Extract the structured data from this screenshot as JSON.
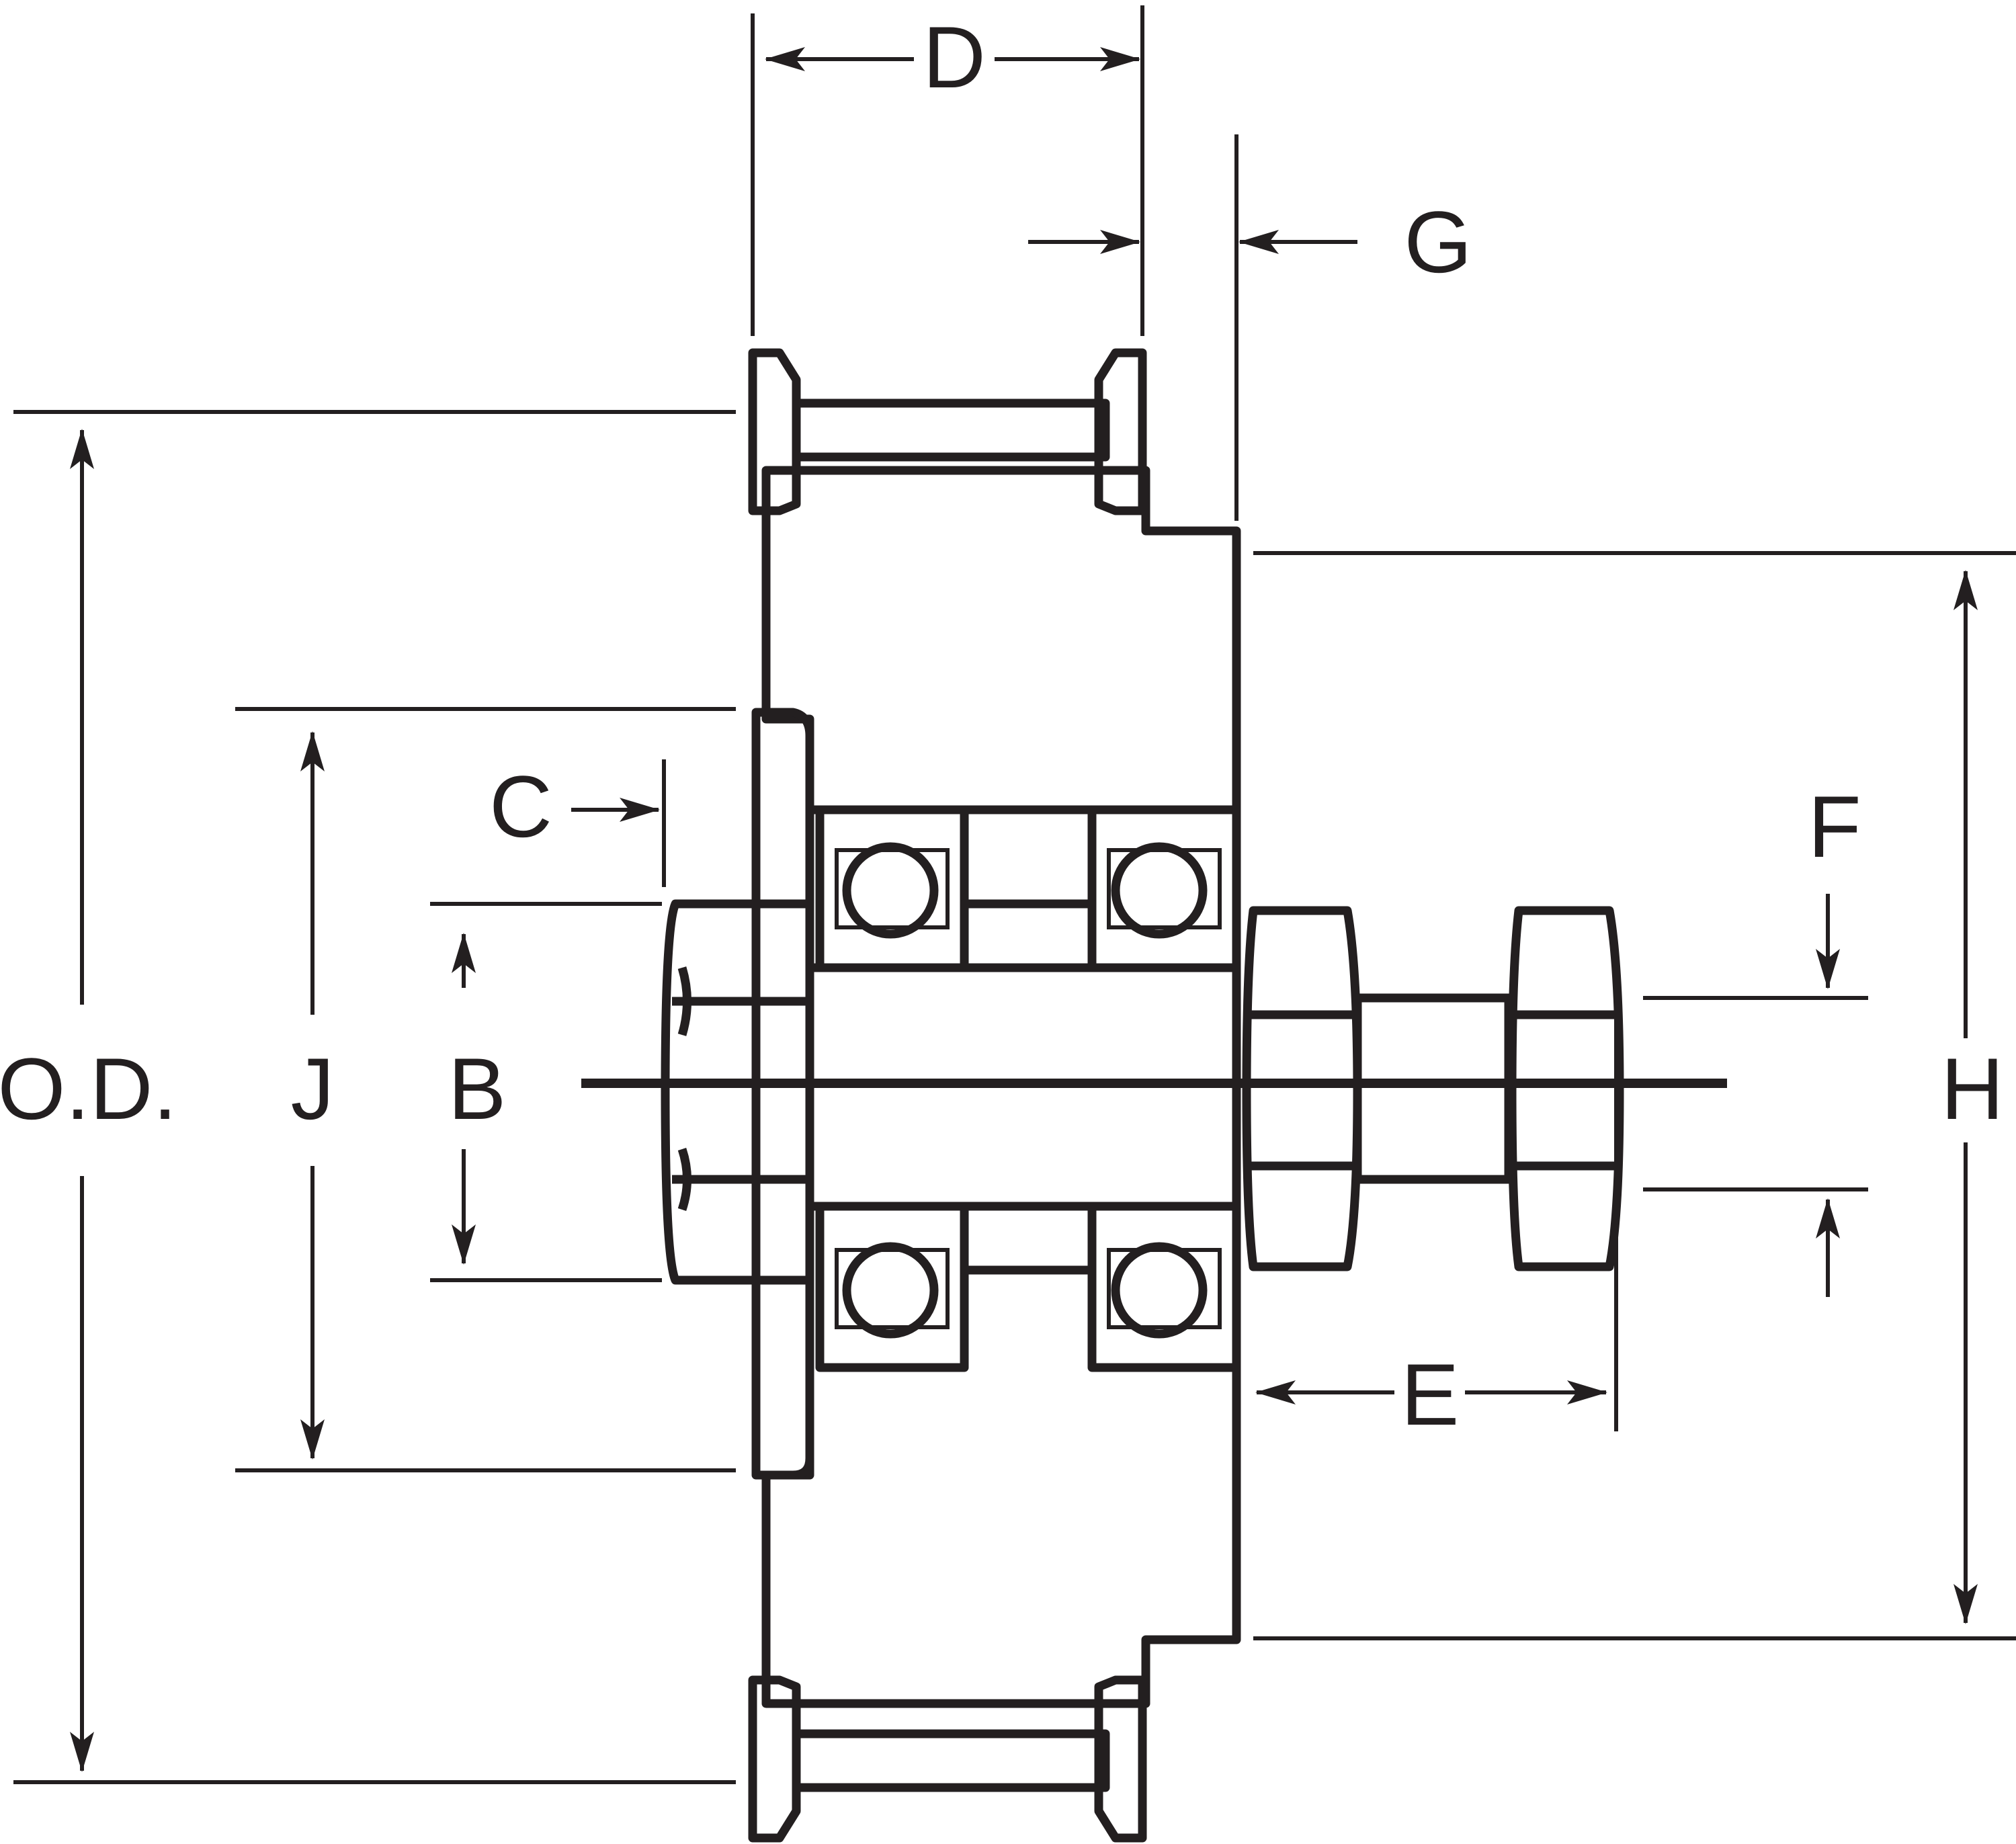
{
  "diagram": {
    "labels": {
      "D": "D",
      "G": "G",
      "C": "C",
      "F": "F",
      "OD": "O.D.",
      "J": "J",
      "B": "B",
      "H": "H",
      "E": "E"
    },
    "colors": {
      "ink": "#231f20",
      "background": "#ffffff",
      "bearing_ball": "#ffffff"
    }
  }
}
